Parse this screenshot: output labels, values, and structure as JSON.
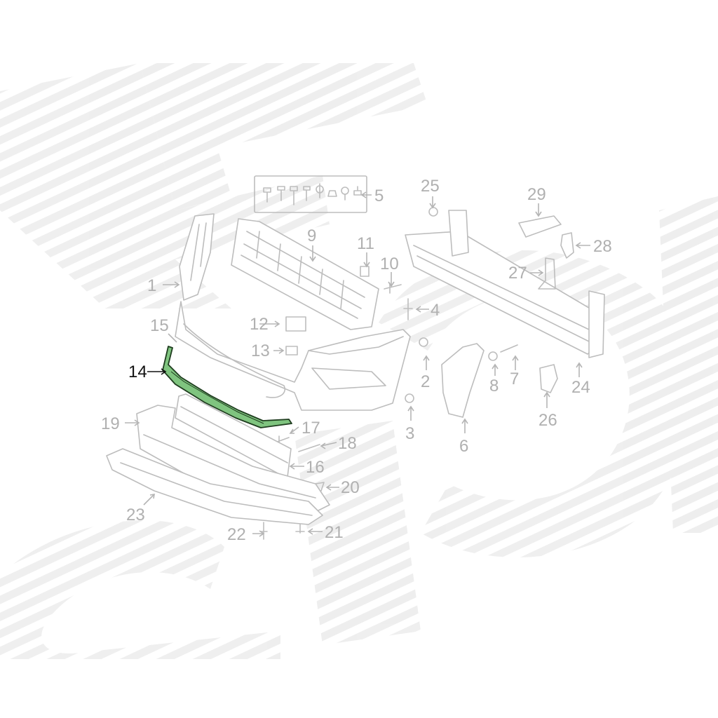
{
  "colors": {
    "background": "#ffffff",
    "line": "#bdbdbd",
    "label": "#b0b0b0",
    "highlight_fill": "#7fc47f",
    "highlight_stroke": "#1f3d1f",
    "highlight_label": "#111111",
    "watermark": "#ececec"
  },
  "highlighted_part": "14",
  "callouts": [
    {
      "id": "1",
      "label": "1"
    },
    {
      "id": "2",
      "label": "2"
    },
    {
      "id": "3",
      "label": "3"
    },
    {
      "id": "4",
      "label": "4"
    },
    {
      "id": "5",
      "label": "5"
    },
    {
      "id": "6",
      "label": "6"
    },
    {
      "id": "7",
      "label": "7"
    },
    {
      "id": "8",
      "label": "8"
    },
    {
      "id": "9",
      "label": "9"
    },
    {
      "id": "10",
      "label": "10"
    },
    {
      "id": "11",
      "label": "11"
    },
    {
      "id": "12",
      "label": "12"
    },
    {
      "id": "13",
      "label": "13"
    },
    {
      "id": "14",
      "label": "14"
    },
    {
      "id": "15",
      "label": "15"
    },
    {
      "id": "16",
      "label": "16"
    },
    {
      "id": "17",
      "label": "17"
    },
    {
      "id": "18",
      "label": "18"
    },
    {
      "id": "19",
      "label": "19"
    },
    {
      "id": "20",
      "label": "20"
    },
    {
      "id": "21",
      "label": "21"
    },
    {
      "id": "22",
      "label": "22"
    },
    {
      "id": "23",
      "label": "23"
    },
    {
      "id": "24",
      "label": "24"
    },
    {
      "id": "25",
      "label": "25"
    },
    {
      "id": "26",
      "label": "26"
    },
    {
      "id": "27",
      "label": "27"
    },
    {
      "id": "28",
      "label": "28"
    },
    {
      "id": "29",
      "label": "29"
    }
  ]
}
